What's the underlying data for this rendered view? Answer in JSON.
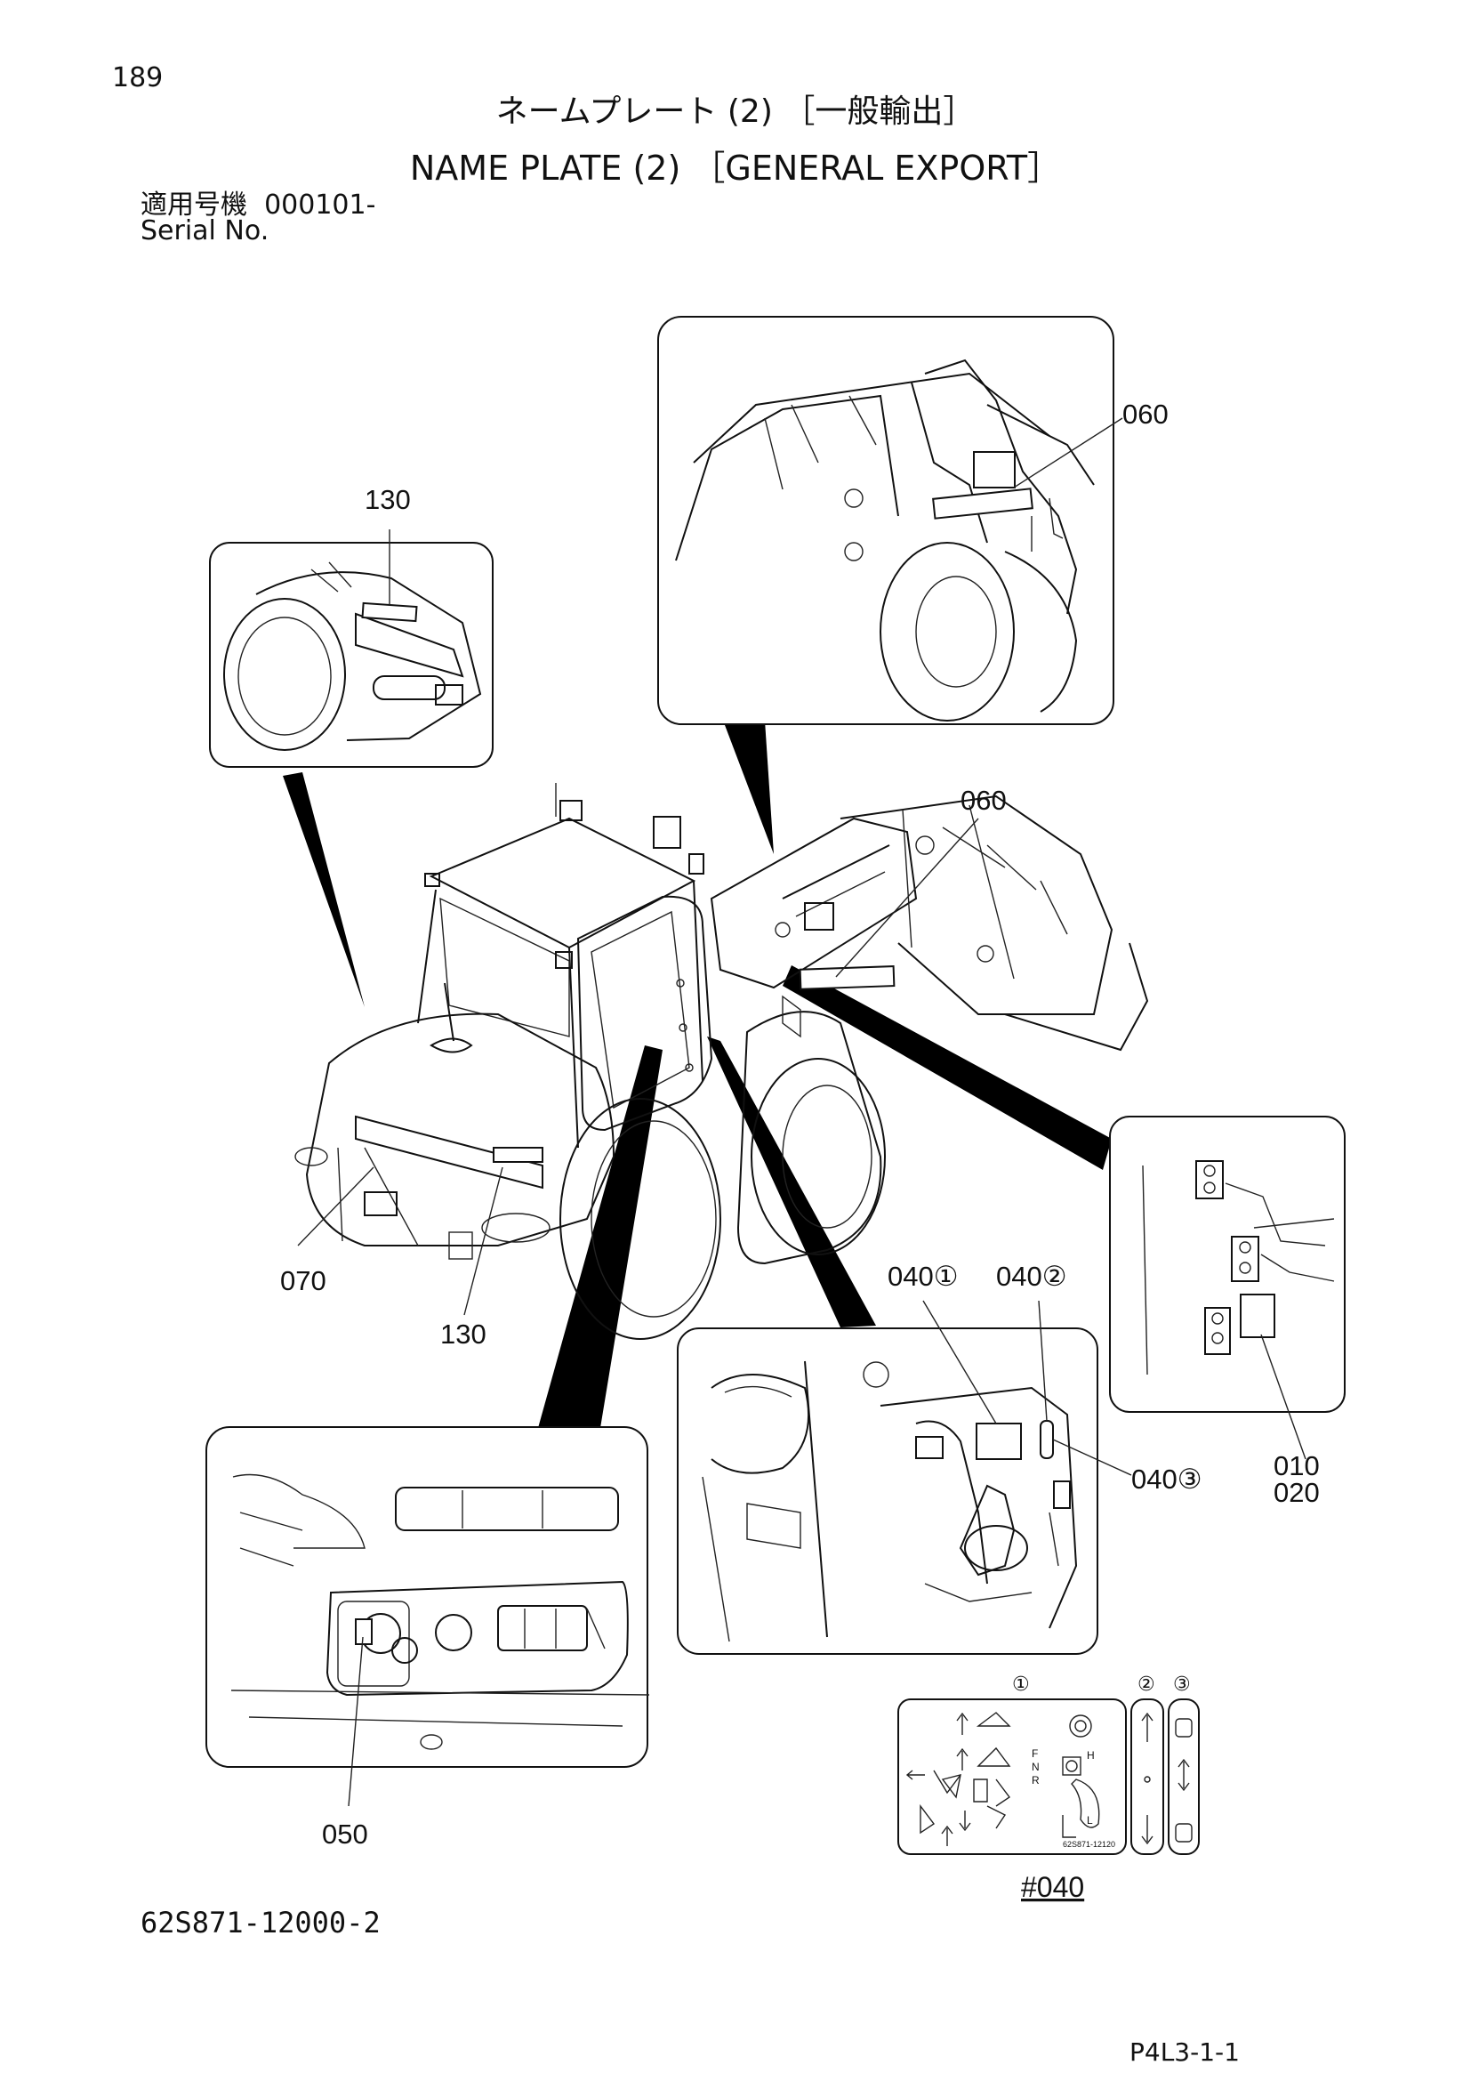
{
  "header": {
    "page_number": "189",
    "title_jp": "ネームプレート (2) ［一般輸出］",
    "title_en": "NAME PLATE (2) ［GENERAL EXPORT］",
    "serial_label_jp": "適用号機",
    "serial_value": "000101-",
    "serial_label_en": "Serial No."
  },
  "callouts": {
    "c060_top": "060",
    "c130_top": "130",
    "c060_main": "060",
    "c070": "070",
    "c130_bottom": "130",
    "c040_1": "040①",
    "c040_2": "040②",
    "c040_3": "040③",
    "c010": "010",
    "c020": "020",
    "c050": "050"
  },
  "decal": {
    "head_1": "①",
    "head_2": "②",
    "head_3": "③",
    "letter_f": "F",
    "letter_n": "N",
    "letter_r": "R",
    "letter_h": "H",
    "letter_l": "L",
    "part_no": "62S871-12120",
    "caption": "#040"
  },
  "footer": {
    "doc_number": "62S871-12000-2",
    "page_code": "P4L3-1-1"
  }
}
